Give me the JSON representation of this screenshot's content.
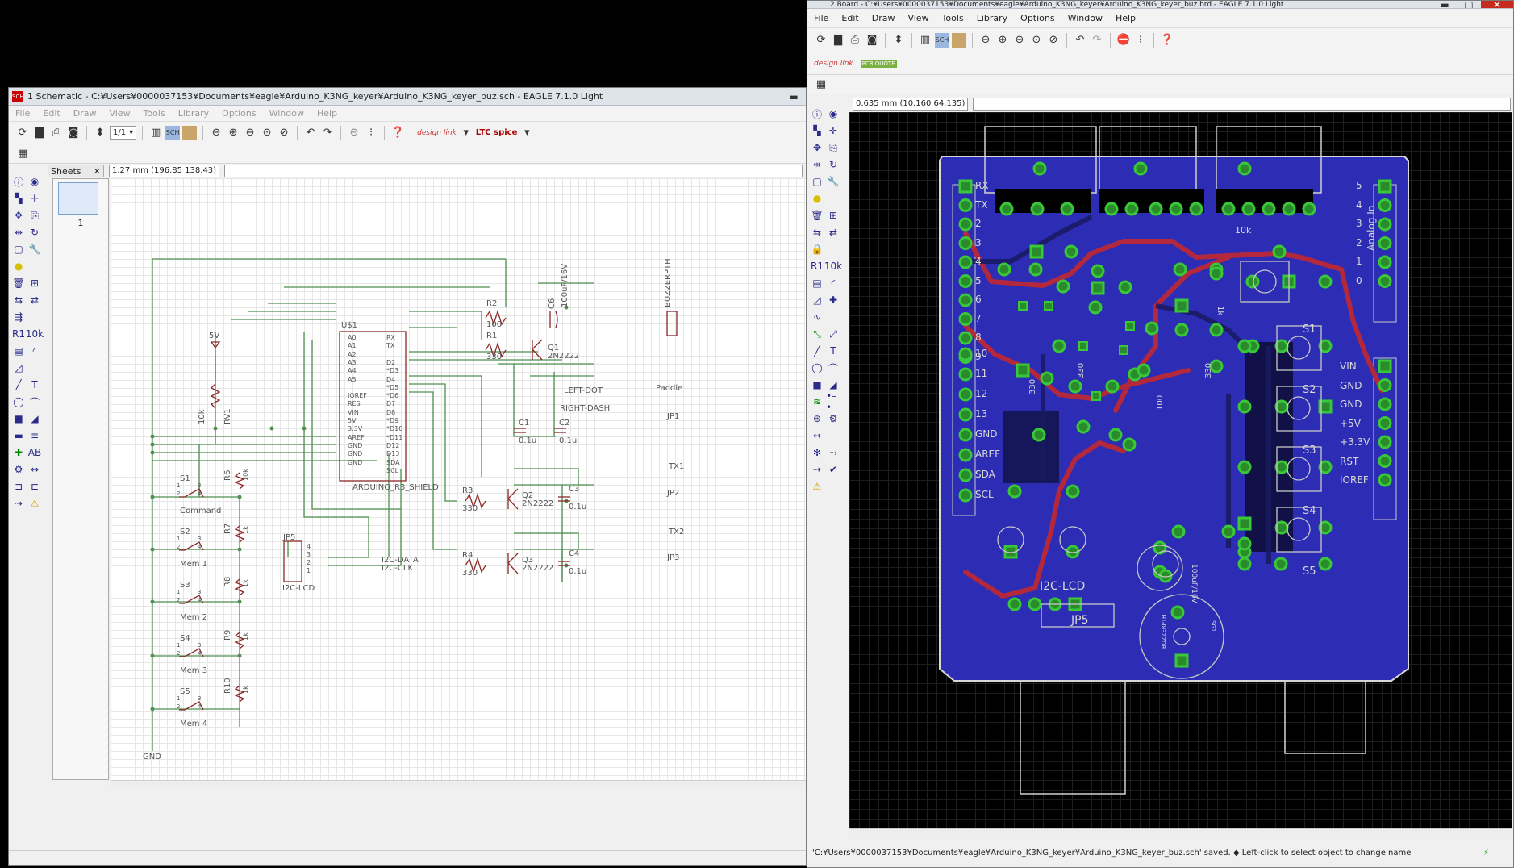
{
  "schematic": {
    "title": "1 Schematic - C:¥Users¥0000037153¥Documents¥eagle¥Arduino_K3NG_keyer¥Arduino_K3NG_keyer_buz.sch - EAGLE 7.1.0 Light",
    "app_icon": "SCH",
    "minimize": "▬",
    "menu": [
      "File",
      "Edit",
      "Draw",
      "View",
      "Tools",
      "Library",
      "Options",
      "Window",
      "Help"
    ],
    "sheet_combo": "1/1",
    "designlink": "design link",
    "ltcspice": "LTC spice",
    "coord": "1.27 mm (196.85 138.43)",
    "sheets_label": "Sheets",
    "sheet_number": "1",
    "labels": {
      "u1": "U$1",
      "shield": "ARDUINO_R3_SHIELD",
      "pins_left": [
        "A0",
        "A1",
        "A2",
        "A3",
        "A4",
        "A5",
        "",
        "IOREF",
        "RES",
        "VIN",
        "5V",
        "3.3V",
        "AREF",
        "GND",
        "GND",
        "GND"
      ],
      "pins_right": [
        "RX",
        "TX",
        "",
        "D2",
        "*D3",
        "D4",
        "*D5",
        "*D6",
        "D7",
        "D8",
        "*D9",
        "*D10",
        "*D11",
        "D12",
        "D13",
        "SDA",
        "SCL"
      ],
      "vcc": "5V",
      "rv1": "RV1",
      "rv1_val": "10k",
      "r2": "R2",
      "r2v": "100",
      "r1": "R1",
      "r1v": "330",
      "c6": "C6",
      "c6v": "100uF/16V",
      "q1": "Q1",
      "q1v": "2N2222",
      "buzzer": "BUZZERPTH",
      "leftdot": "LEFT-DOT",
      "rightdash": "RIGHT-DASH",
      "paddle": "Paddle",
      "jp1": "JP1",
      "c1": "C1",
      "c1v": "0.1u",
      "c2": "C2",
      "c2v": "0.1u",
      "r3": "R3",
      "r3v": "330",
      "q2": "Q2",
      "q2v": "2N2222",
      "c3": "C3",
      "c3v": "0.1u",
      "tx1": "TX1",
      "jp2": "JP2",
      "r4": "R4",
      "r4v": "330",
      "q3": "Q3",
      "q3v": "2N2222",
      "c4": "C4",
      "c4v": "0.1u",
      "tx2": "TX2",
      "jp3": "JP3",
      "jp5": "JP5",
      "i2clcd": "I2C-LCD",
      "i2cdata": "I2C-DATA",
      "i2cclk": "I2C-CLK",
      "jp5pins": [
        "4",
        "3",
        "2",
        "1"
      ],
      "switches": [
        {
          "s": "S1",
          "label": "Command",
          "r": "R6",
          "rv": "10k"
        },
        {
          "s": "S2",
          "label": "Mem 1",
          "r": "R7",
          "rv": "1k"
        },
        {
          "s": "S3",
          "label": "Mem 2",
          "r": "R8",
          "rv": "1k"
        },
        {
          "s": "S4",
          "label": "Mem 3",
          "r": "R9",
          "rv": "1k"
        },
        {
          "s": "S5",
          "label": "Mem 4",
          "r": "R10",
          "rv": "1k"
        }
      ],
      "sw_pins": [
        "1",
        "2",
        "3",
        "4"
      ],
      "gnd": "GND"
    }
  },
  "board": {
    "title": "2 Board - C:¥Users¥0000037153¥Documents¥eagle¥Arduino_K3NG_keyer¥Arduino_K3NG_keyer_buz.brd - EAGLE 7.1.0 Light",
    "menu": [
      "File",
      "Edit",
      "Draw",
      "View",
      "Tools",
      "Library",
      "Options",
      "Window",
      "Help"
    ],
    "designlink": "design link",
    "pcbquote": "PCB QUOTE",
    "coord": "0.635 mm (10.160 64.135)",
    "status": "'C:¥Users¥0000037153¥Documents¥eagle¥Arduino_K3NG_keyer¥Arduino_K3NG_keyer_buz.sch' saved.  ◆ Left-click to select object to change name",
    "labels": {
      "left": [
        "RX",
        "TX",
        "2",
        "3",
        "4",
        "5",
        "6",
        "7",
        "8",
        "9",
        "10",
        "11",
        "12",
        "13",
        "GND",
        "AREF",
        "SDA",
        "SCL"
      ],
      "right_top": [
        "5",
        "4",
        "3",
        "2",
        "1",
        "0"
      ],
      "analog": "Analog In",
      "right_pwr": [
        "VIN",
        "GND",
        "GND",
        "+5V",
        "+3.3V",
        "RST",
        "IOREF"
      ],
      "s": [
        "S1",
        "S2",
        "S3",
        "S4",
        "S5"
      ],
      "i2c": "I2C-LCD",
      "jp5": "JP5",
      "r10k": "10k",
      "r1k": "1k",
      "r330a": "330",
      "r330b": "330",
      "r330c": "330",
      "r100": "100",
      "cap": "100uF/16V",
      "buz": "BUZZERPTH",
      "sg1": "SG1"
    }
  }
}
